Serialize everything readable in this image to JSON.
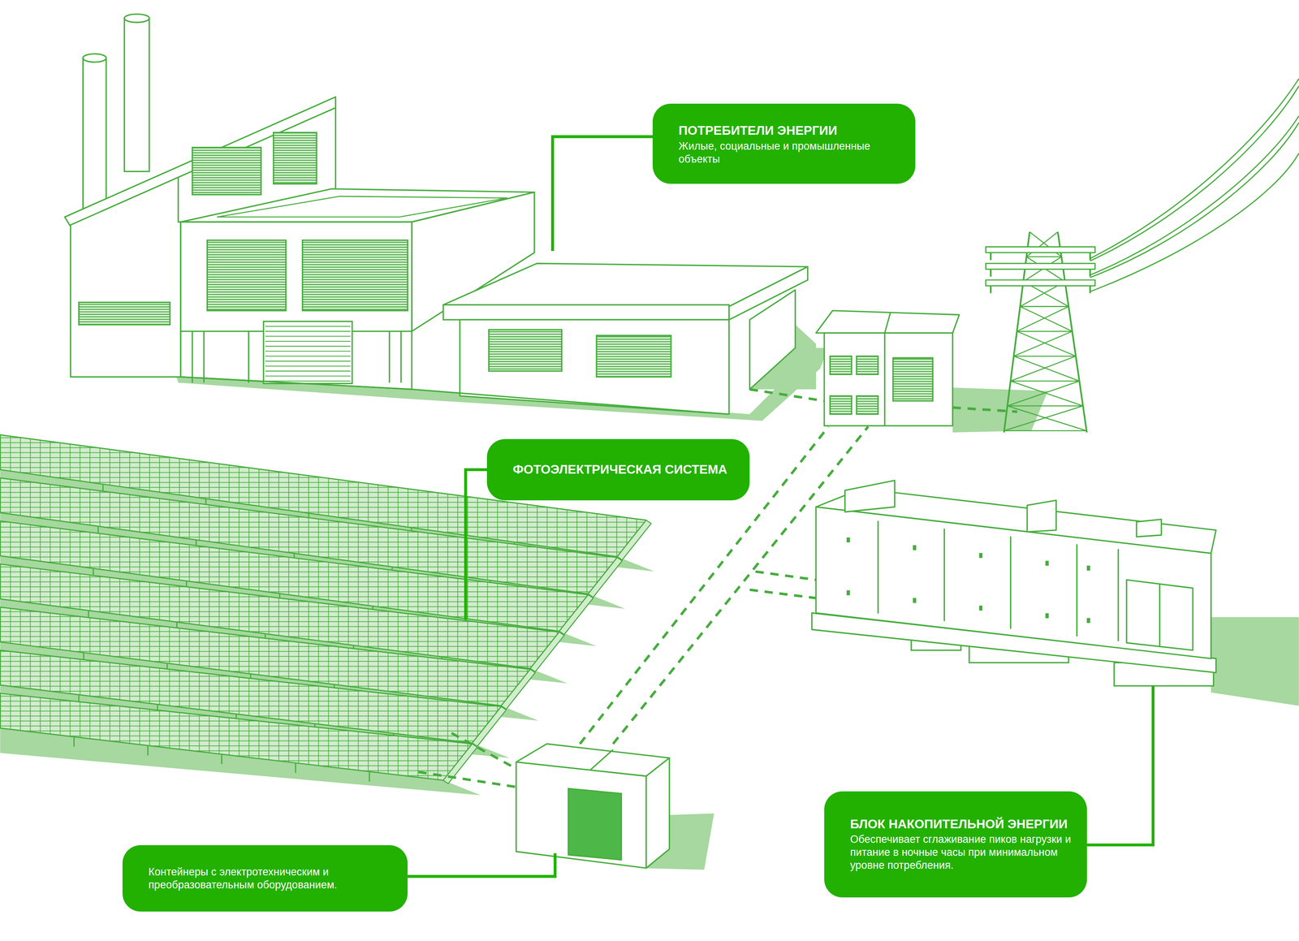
{
  "diagram": {
    "nodes": [
      {
        "text": [
          "ПОТРЕБИТЕЛИ ЭНЕРГИИ",
          "Жилые, социальные и промышленные объекты"
        ]
      },
      {
        "text": [
          "ФОТОЭЛЕКТРИЧЕСКАЯ СИСТЕМА"
        ]
      },
      {
        "text": [
          "БЛОК НАКОПИТЕЛЬНОЙ ЭНЕРГИИ",
          "Обеспечивает сглаживание пиков нагрузки и питание в ночные часы при минимальном уровне потребления."
        ]
      },
      {
        "text": [
          "Контейнеры с электротехническим и преобразовательным оборудованием."
        ]
      }
    ]
  }
}
